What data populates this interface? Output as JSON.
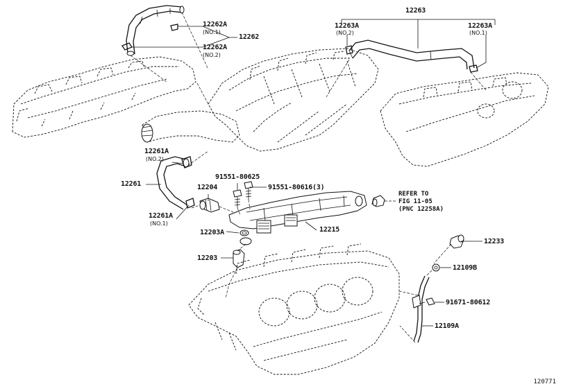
{
  "callouts": {
    "c12262A_1": {
      "code": "12262A",
      "sub": "(NO.1)"
    },
    "c12262A_2": {
      "code": "12262A",
      "sub": "(NO.2)"
    },
    "c12262": {
      "code": "12262"
    },
    "c12263": {
      "code": "12263"
    },
    "c12263A_2": {
      "code": "12263A",
      "sub": "(NO.2)"
    },
    "c12263A_1": {
      "code": "12263A",
      "sub": "(NO.1)"
    },
    "c12261A_2": {
      "code": "12261A",
      "sub": "(NO.2)"
    },
    "c12261": {
      "code": "12261"
    },
    "c12261A_1": {
      "code": "12261A",
      "sub": "(NO.1)"
    },
    "c12204": {
      "code": "12204"
    },
    "c91551_80625": {
      "code": "91551-80625"
    },
    "c91551_80616": {
      "code": "91551-80616(3)"
    },
    "c12203A": {
      "code": "12203A"
    },
    "c12215": {
      "code": "12215"
    },
    "c12203": {
      "code": "12203"
    },
    "c12233": {
      "code": "12233"
    },
    "c12109B": {
      "code": "12109B"
    },
    "c91671_80612": {
      "code": "91671-80612"
    },
    "c12109A": {
      "code": "12109A"
    }
  },
  "reference": {
    "line1": "REFER TO",
    "line2": "FIG 11-05",
    "line3": "(PNC 12258A)"
  },
  "illustration_id": "120771"
}
